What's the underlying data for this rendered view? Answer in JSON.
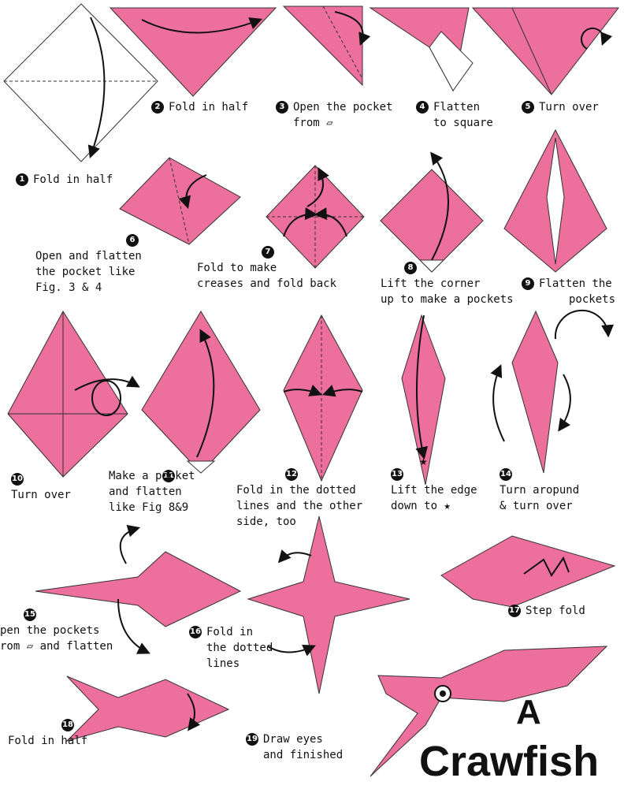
{
  "colors": {
    "paper_front": "#ec6f9c",
    "paper_back": "#ffffff",
    "outline": "#333333",
    "arrow": "#111111"
  },
  "steps": [
    {
      "num": "1",
      "lines": [
        "Fold in half"
      ]
    },
    {
      "num": "2",
      "lines": [
        "Fold in half"
      ]
    },
    {
      "num": "3",
      "lines": [
        "Open the pocket",
        "from ▱"
      ]
    },
    {
      "num": "4",
      "lines": [
        "Flatten",
        "to square"
      ]
    },
    {
      "num": "5",
      "lines": [
        "Turn over"
      ]
    },
    {
      "num": "6",
      "lines": [
        "Open and flatten",
        "the pocket like",
        "Fig. 3 & 4"
      ]
    },
    {
      "num": "7",
      "lines": [
        "Fold to make",
        "creases and fold back"
      ]
    },
    {
      "num": "8",
      "lines": [
        "Lift the corner",
        "up to make a pockets"
      ]
    },
    {
      "num": "9",
      "lines": [
        "Flatten the",
        "pockets"
      ]
    },
    {
      "num": "10",
      "lines": [
        "Turn over"
      ]
    },
    {
      "num": "11",
      "lines": [
        "Make a pocket",
        "and flatten",
        "like Fig 8&9"
      ]
    },
    {
      "num": "12",
      "lines": [
        "Fold in the dotted",
        "lines and the other",
        "side, too"
      ]
    },
    {
      "num": "13",
      "lines": [
        "Lift the edge",
        "down to ★"
      ]
    },
    {
      "num": "14",
      "lines": [
        "Turn aropund",
        "& turn over"
      ]
    },
    {
      "num": "15",
      "lines": [
        "pen the pockets",
        "rom ▱ and flatten"
      ]
    },
    {
      "num": "16",
      "lines": [
        "Fold in",
        "the dotted",
        "lines"
      ]
    },
    {
      "num": "17",
      "lines": [
        "Step fold"
      ]
    },
    {
      "num": "18",
      "lines": [
        "Fold in half"
      ]
    },
    {
      "num": "19",
      "lines": [
        "Draw eyes",
        "and finished"
      ]
    }
  ],
  "title": {
    "article": "A",
    "name": "Crawfish"
  }
}
